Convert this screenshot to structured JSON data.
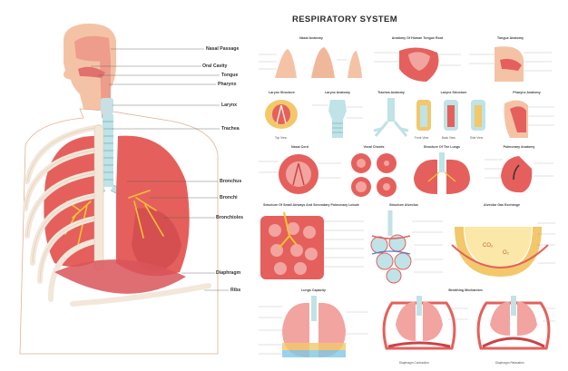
{
  "title": "RESPIRATORY SYSTEM",
  "main_labels": [
    {
      "key": "nasal_passage",
      "text": "Nasal Passage"
    },
    {
      "key": "oral_cavity",
      "text": "Oral Cavity"
    },
    {
      "key": "tongue",
      "text": "Tongue"
    },
    {
      "key": "pharynx",
      "text": "Pharynx"
    },
    {
      "key": "larynx",
      "text": "Larynx"
    },
    {
      "key": "trachea",
      "text": "Trachea"
    },
    {
      "key": "bronchus",
      "text": "Bronchus"
    },
    {
      "key": "bronchi",
      "text": "Bronchi"
    },
    {
      "key": "bronchioles",
      "text": "Bronchioles"
    },
    {
      "key": "diaphragm",
      "text": "Diaphragm"
    },
    {
      "key": "ribs",
      "text": "Ribs"
    }
  ],
  "panels": {
    "nasal_anatomy": "Nasal Anatomy",
    "tongue_root": "Anatomy Of Human Tongue Root",
    "tongue_anatomy": "Tongue Anatomy",
    "larynx_structure": "Larynx Structure",
    "larynx_anatomy": "Larynx Anatomy",
    "trachea_anatomy": "Trachea Anatomy",
    "larynx_structure_2": "Larynx Structure",
    "pharynx_anatomy": "Pharynx Anatomy",
    "nasal_cord": "Nasal Cord",
    "vocal_chords": "Vocal Chords",
    "structure_lungs": "Structure Of The Lungs",
    "pulmonary_anatomy": "Pulmonary Anatomy",
    "small_airways": "Structure Of Small Airways And Secondary Pulmonary Lobule",
    "structure_alveolus": "Structure Alveolus",
    "alveolar_gas": "Alveolar Gas Exchange",
    "lungs_capacity": "Lungs Capacity",
    "breathing_mechanism": "Breathing Mechanism"
  },
  "sublabels": {
    "top_view": "Top View",
    "front_view": "Front View",
    "back_view": "Back View",
    "side_view": "Side View",
    "diaphragm_contraction": "Diaphragm Contraction",
    "diaphragm_relaxation": "Diaphragm Relaxation",
    "co2": "CO₂",
    "o2": "O₂"
  },
  "colors": {
    "skin": "#f4c3a6",
    "lung": "#e5605c",
    "lung_dark": "#c94448",
    "trachea": "#bfe3e6",
    "bone": "#f3e7d9",
    "bronchi": "#f2c233",
    "text": "#333333"
  }
}
